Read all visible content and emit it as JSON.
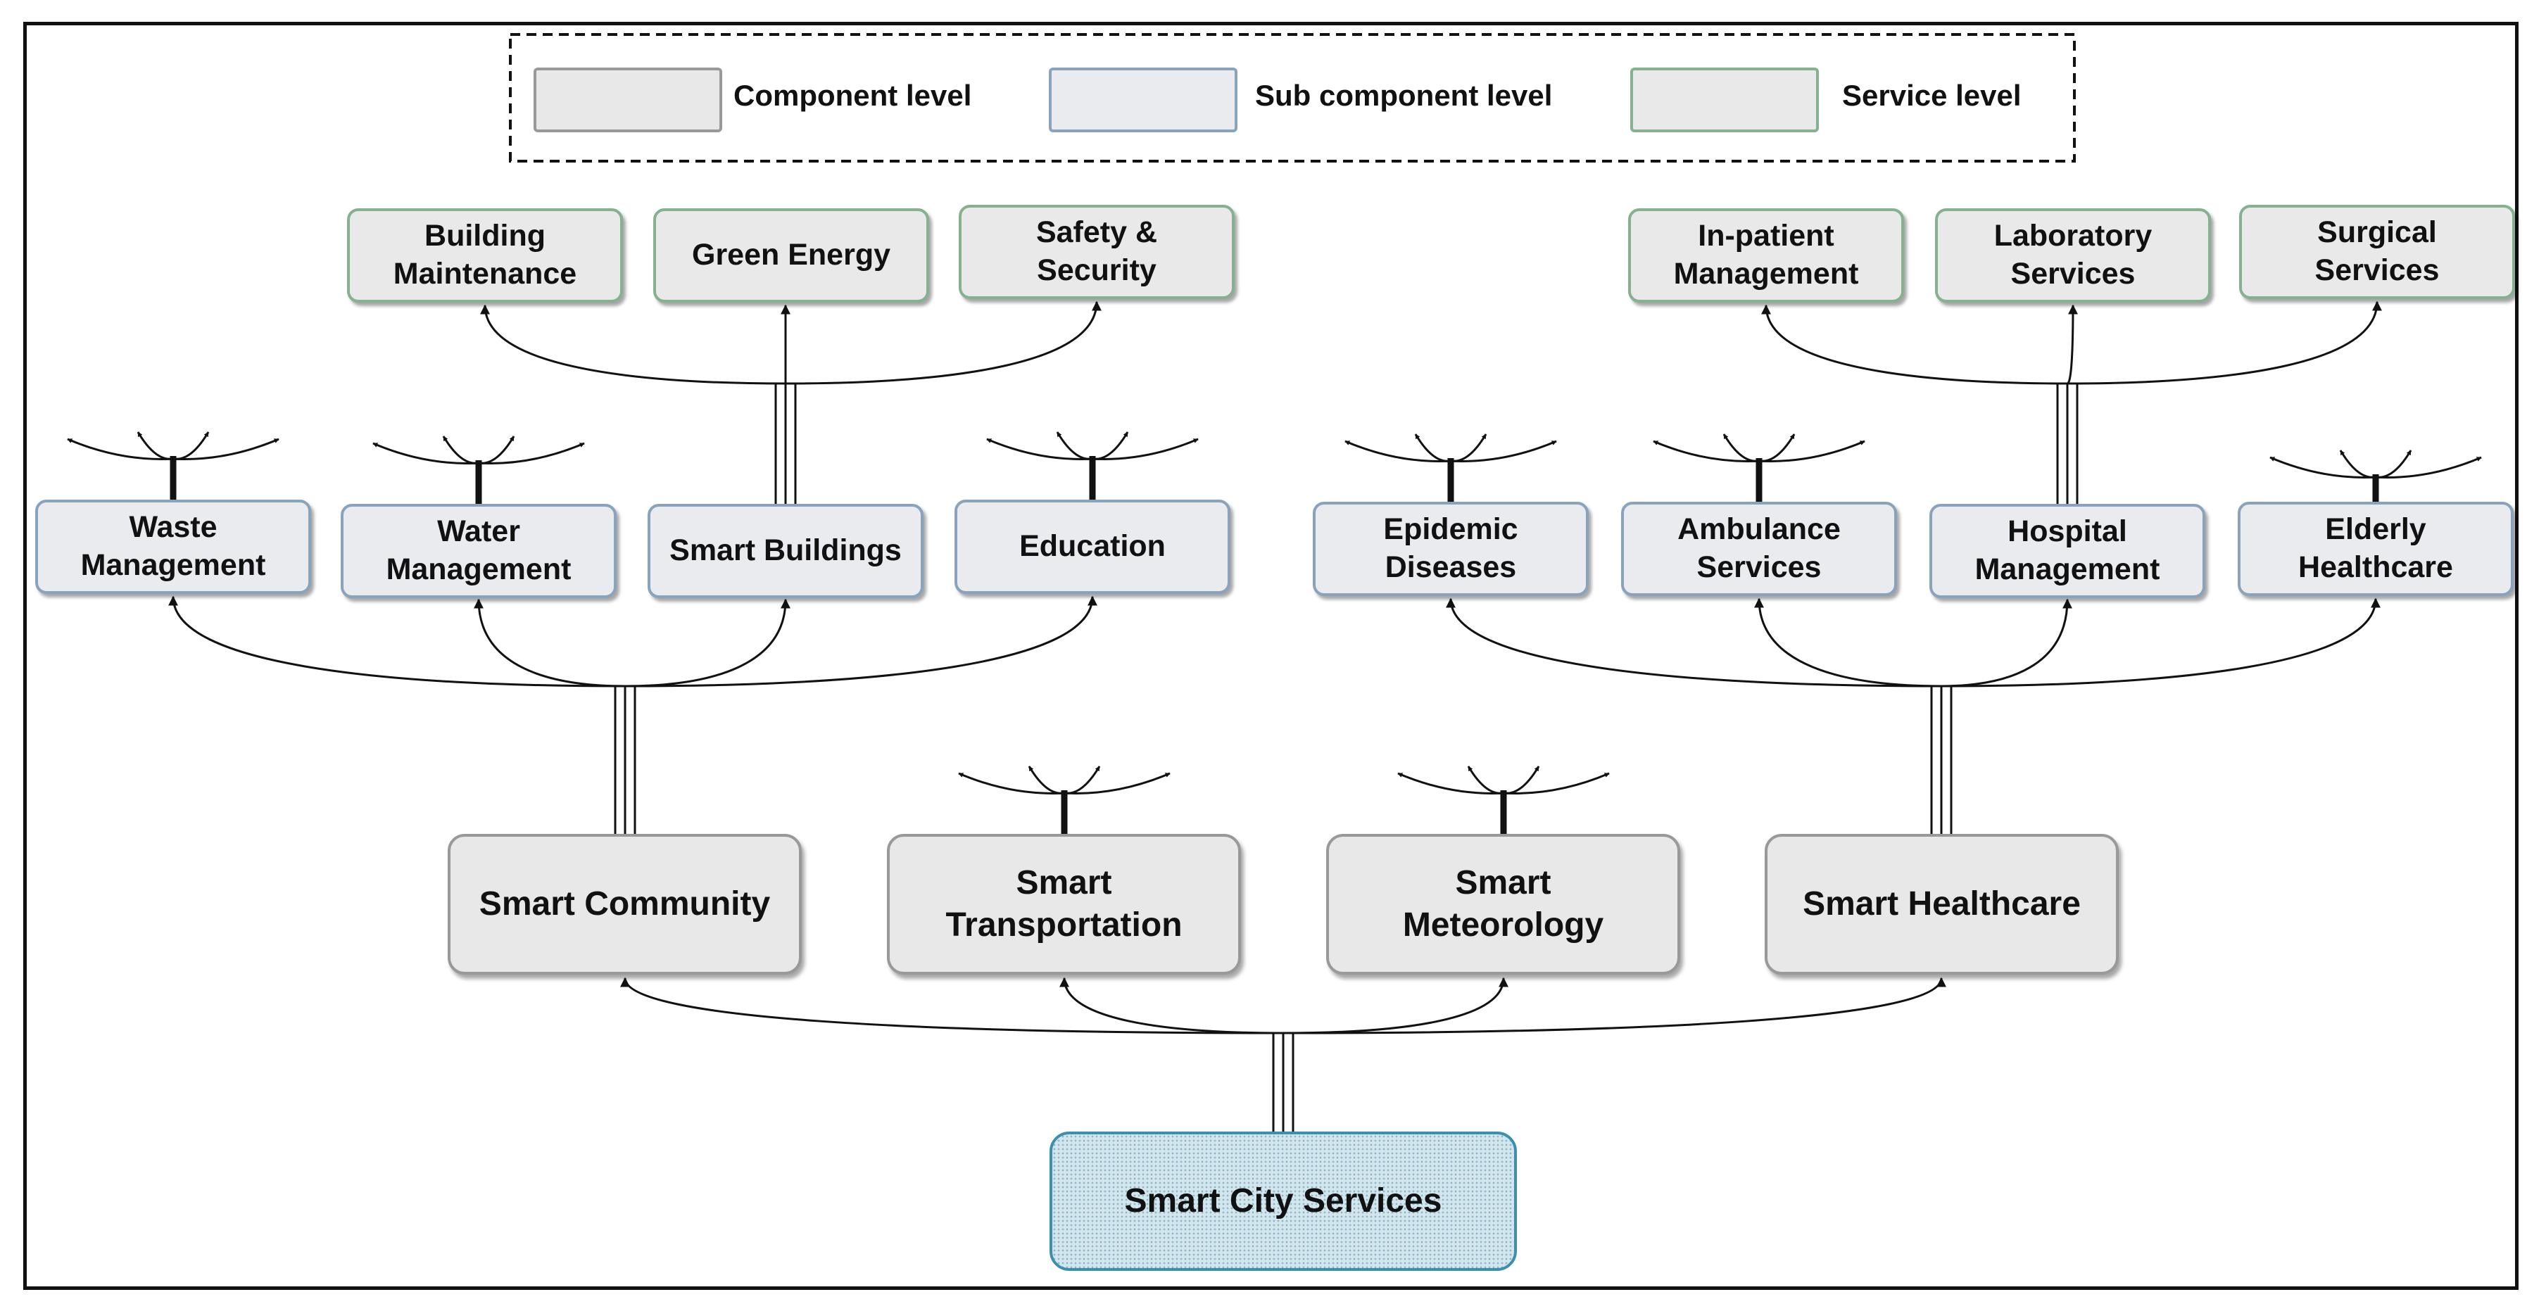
{
  "legend": {
    "component_label": "Component level",
    "sub_component_label": "Sub component level",
    "service_label": "Service level"
  },
  "root": {
    "label": "Smart City Services"
  },
  "components": [
    {
      "id": "community",
      "label": "Smart Community"
    },
    {
      "id": "transportation",
      "label": "Smart\nTransportation"
    },
    {
      "id": "meteorology",
      "label": "Smart\nMeteorology"
    },
    {
      "id": "healthcare",
      "label": "Smart Healthcare"
    }
  ],
  "sub_components": [
    {
      "id": "waste",
      "label": "Waste\nManagement"
    },
    {
      "id": "water",
      "label": "Water\nManagement"
    },
    {
      "id": "buildings",
      "label": "Smart Buildings"
    },
    {
      "id": "education",
      "label": "Education"
    },
    {
      "id": "epidemic",
      "label": "Epidemic\nDiseases"
    },
    {
      "id": "ambulance",
      "label": "Ambulance\nServices"
    },
    {
      "id": "hospital",
      "label": "Hospital\nManagement"
    },
    {
      "id": "elderly",
      "label": "Elderly\nHealthcare"
    }
  ],
  "services": [
    {
      "id": "building-maintenance",
      "label": "Building\nMaintenance"
    },
    {
      "id": "green-energy",
      "label": "Green Energy"
    },
    {
      "id": "safety-security",
      "label": "Safety &\nSecurity"
    },
    {
      "id": "inpatient",
      "label": "In-patient\nManagement"
    },
    {
      "id": "laboratory",
      "label": "Laboratory\nServices"
    },
    {
      "id": "surgical",
      "label": "Surgical\nServices"
    }
  ],
  "colors": {
    "component_fill": "#e8e8e8",
    "sub_component_fill": "#e9ebee",
    "sub_component_border": "#8aa3bd",
    "service_border": "#86b191",
    "root_fill": "#d3e6ee",
    "root_border": "#3d8fae"
  }
}
